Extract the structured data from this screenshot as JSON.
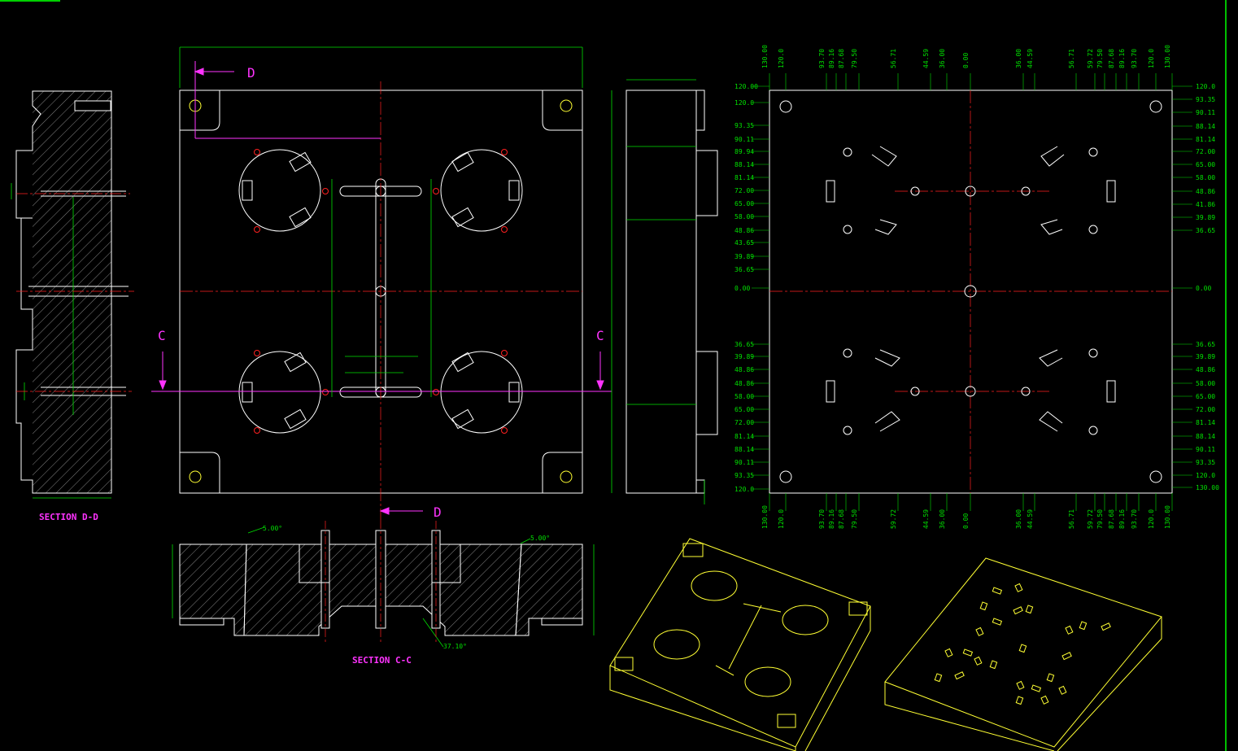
{
  "colors": {
    "background": "#000000",
    "outline": "#ffffff",
    "dimension": "#00e000",
    "centerline": "#ff2020",
    "hatch": "#c8c8c8",
    "section_marker": "#ff33ff",
    "iso_view": "#ffff33",
    "hidden": "#3040ff"
  },
  "sections": {
    "dd_title": "SECTION D-D",
    "cc_title": "SECTION C-C",
    "d_mark": "D",
    "c_mark": "C"
  },
  "section_cc": {
    "angle_left": "5.00°",
    "angle_right": "5.00°",
    "angle_bottom": "37.10°"
  },
  "ordinate": {
    "left_labels": [
      "120.00",
      "120.0",
      "93.35",
      "90.11",
      "89.94",
      "88.14",
      "81.14",
      "72.00",
      "65.00",
      "58.00",
      "48.86",
      "43.65",
      "39.89",
      "36.65",
      "0.00",
      "36.65",
      "39.89",
      "48.86",
      "48.86",
      "58.00",
      "65.00",
      "72.00",
      "81.14",
      "88.14",
      "90.11",
      "93.35",
      "120.0"
    ],
    "right_labels": [
      "120.0",
      "93.35",
      "90.11",
      "88.14",
      "81.14",
      "72.00",
      "65.00",
      "58.00",
      "48.86",
      "41.86",
      "39.89",
      "36.65",
      "0.00",
      "36.65",
      "39.89",
      "48.86",
      "58.00",
      "65.00",
      "72.00",
      "81.14",
      "88.14",
      "90.11",
      "93.35",
      "120.0",
      "130.00"
    ],
    "top_labels": [
      "130.00",
      "120.0",
      "93.70",
      "89.16",
      "87.68",
      "79.50",
      "56.71",
      "44.59",
      "36.00",
      "0.00",
      "36.00",
      "44.59",
      "56.71",
      "59.72",
      "79.50",
      "87.68",
      "89.16",
      "93.70",
      "120.0",
      "130.00"
    ],
    "bottom_labels": [
      "130.00",
      "120.0",
      "93.70",
      "89.16",
      "87.68",
      "79.50",
      "59.72",
      "44.59",
      "36.00",
      "0.00",
      "36.00",
      "44.59",
      "56.71",
      "59.72",
      "79.50",
      "87.68",
      "89.16",
      "93.70",
      "120.0",
      "130.00"
    ]
  }
}
